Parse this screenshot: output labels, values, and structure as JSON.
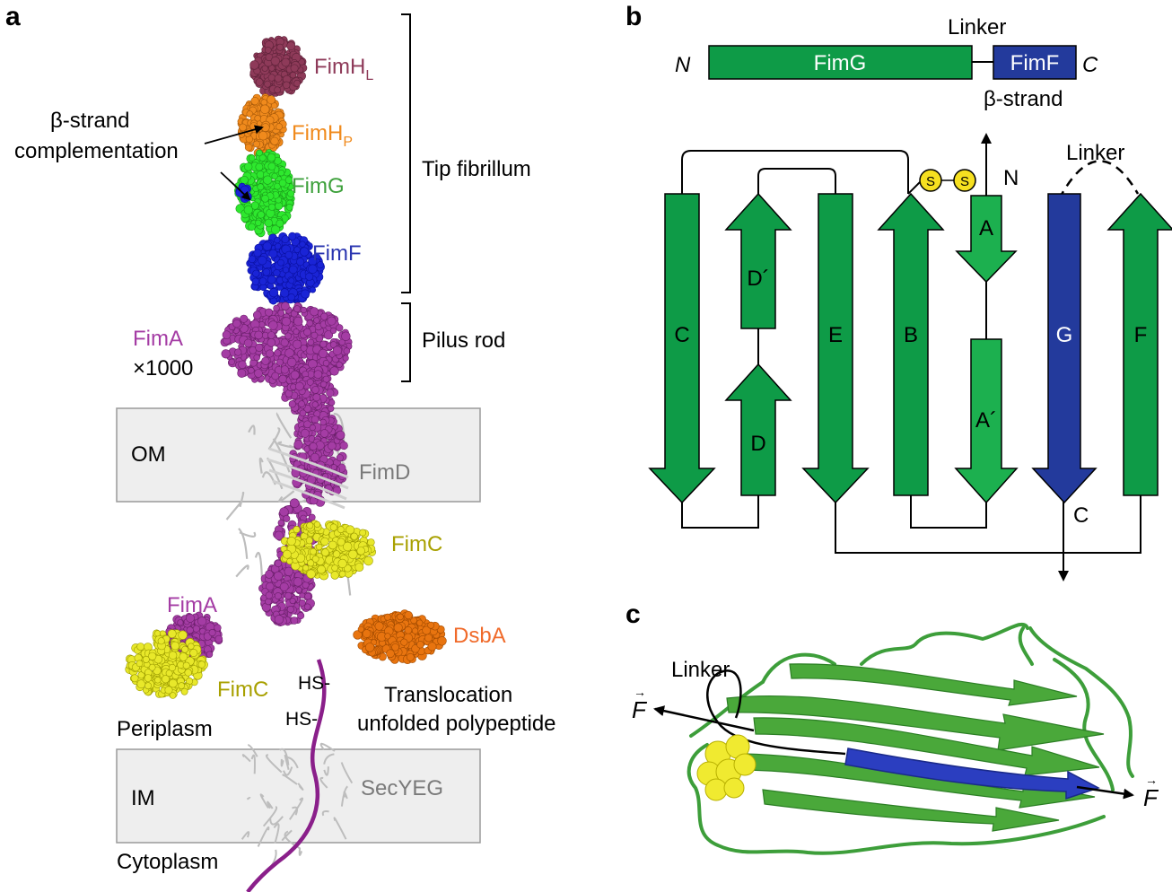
{
  "panel_a": {
    "letter": "a",
    "tip_fibrillum": "Tip fibrillum",
    "pilus_rod": "Pilus rod",
    "fimh_l": "FimH",
    "fimh_l_sub": "L",
    "fimh_p": "FimH",
    "fimh_p_sub": "P",
    "fimg": "FimG",
    "fimf": "FimF",
    "fima_rod": "FimA",
    "fima_count": "×1000",
    "bsc_line1": "β-strand",
    "bsc_line2": "complementation",
    "om": "OM",
    "fimd": "FimD",
    "fimc_top": "FimC",
    "fima_complex": "FimA",
    "fimc_complex": "FimC",
    "dsba": "DsbA",
    "hs1": "HS-",
    "hs2": "HS-",
    "translocation_line1": "Translocation",
    "translocation_line2": "unfolded polypeptide",
    "periplasm": "Periplasm",
    "im": "IM",
    "secyeg": "SecYEG",
    "cytoplasm": "Cytoplasm"
  },
  "panel_b": {
    "letter": "b",
    "linker_top": "Linker",
    "n_term": "N",
    "c_term": "C",
    "fimg_box": "FimG",
    "fimf_box": "FimF",
    "beta_strand": "β-strand",
    "linker_topo": "Linker",
    "n_label": "N",
    "c_label": "C",
    "disulfide_1": "S",
    "disulfide_2": "S",
    "strands": {
      "C": "C",
      "D_prime": "D´",
      "D": "D",
      "E": "E",
      "B": "B",
      "A": "A",
      "A_prime": "A´",
      "G": "G",
      "F": "F"
    }
  },
  "panel_c": {
    "letter": "c",
    "linker": "Linker",
    "force_left": "F",
    "force_right": "F",
    "vector_mark": "→"
  },
  "colors": {
    "fimh_l": "#8e3a59",
    "fimh_p": "#f08a1c",
    "fimg": "#3ea13c",
    "fimg_bright": "#2ee82e",
    "fimf": "#1a24d6",
    "fima": "#a43ca4",
    "fimc": "#e8e82a",
    "dsba": "#e8740f",
    "dsba_text": "#f06a2a",
    "fimc_text": "#a8a000",
    "fimh_p_text": "#f08a1c",
    "fimg_text": "#3ea13c",
    "fimf_text": "#2a35b0",
    "fimh_l_text": "#8e3a59",
    "fima_text": "#a43ca4",
    "membrane": "#eeeeee",
    "strand_green": "#0e9b47",
    "strand_green_light": "#1cb04f",
    "strand_blue": "#233a9c",
    "disulfide": "#f6e020",
    "peptide": "#8a1f8a",
    "gray_text": "#7a7a7a"
  }
}
